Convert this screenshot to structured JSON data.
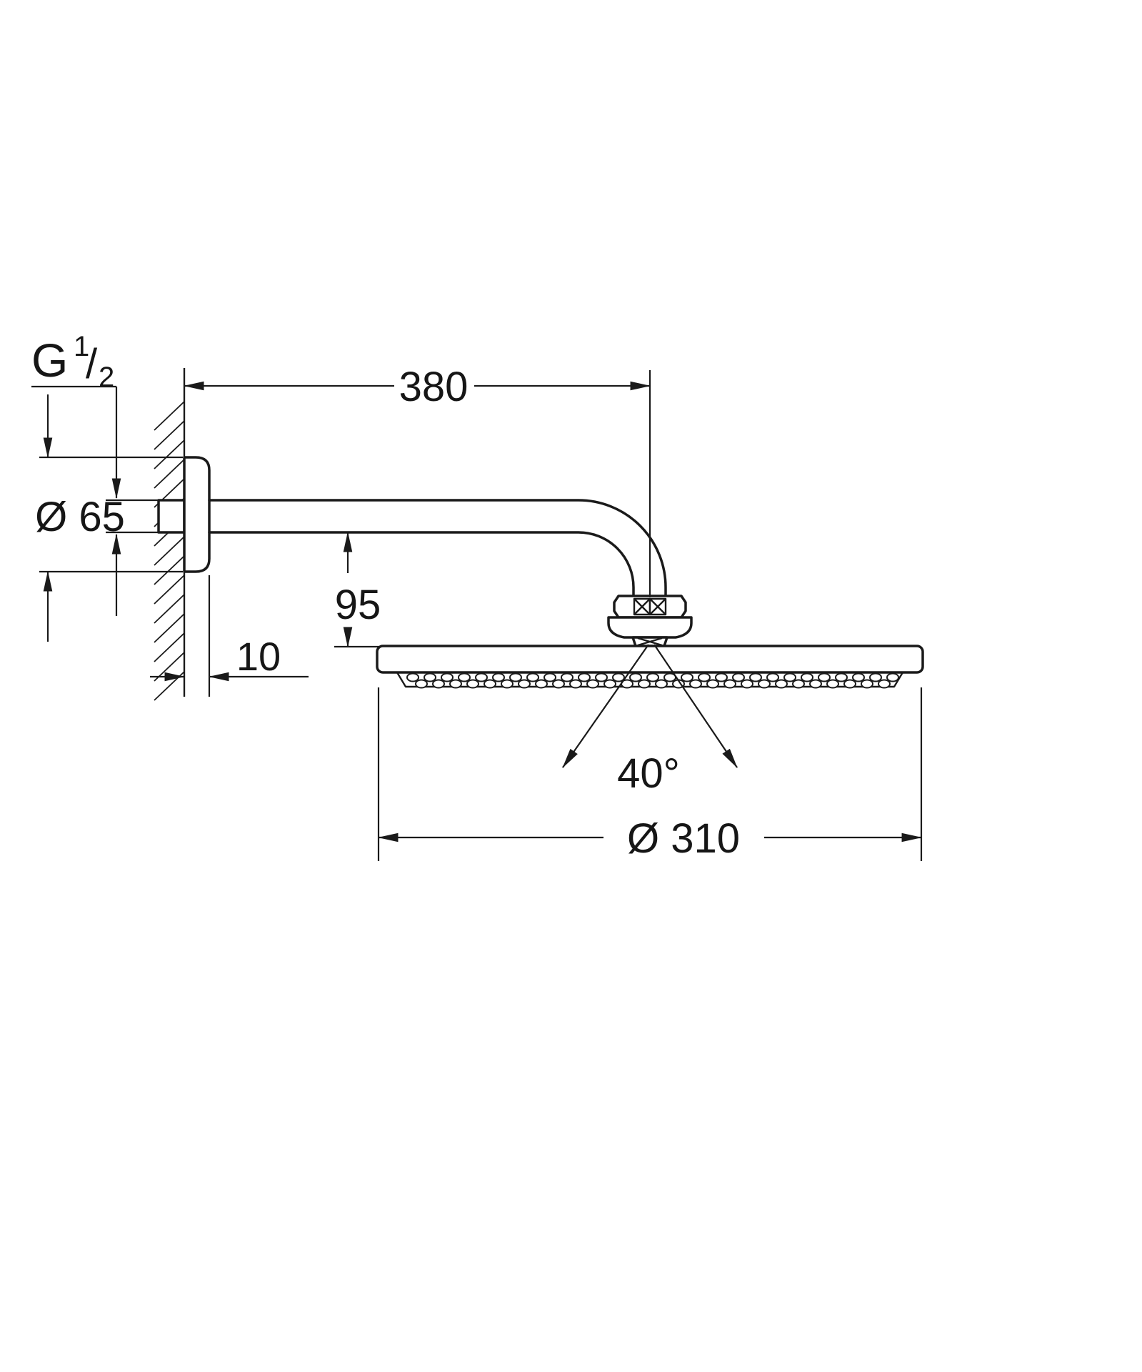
{
  "drawing": {
    "title": "shower-head-and-arm-technical-drawing",
    "labels": {
      "arm_length": "380",
      "thread_g": "G",
      "thread_num": "1",
      "thread_slash": "/",
      "thread_den": "2",
      "flange_diameter": "Ø 65",
      "drop_height": "95",
      "wall_offset": "10",
      "spray_angle": "40°",
      "head_diameter": "Ø 310"
    },
    "colors": {
      "line": "#1a1a1a",
      "background": "#ffffff"
    }
  }
}
